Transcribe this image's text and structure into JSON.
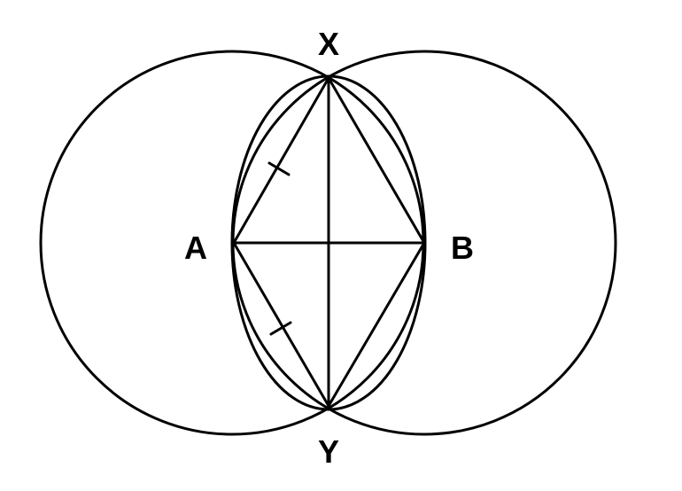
{
  "diagram": {
    "colors": {
      "background": "#ffffff",
      "stroke": "#000000"
    },
    "labels": {
      "x": "X",
      "y": "Y",
      "a": "A",
      "b": "B"
    }
  }
}
